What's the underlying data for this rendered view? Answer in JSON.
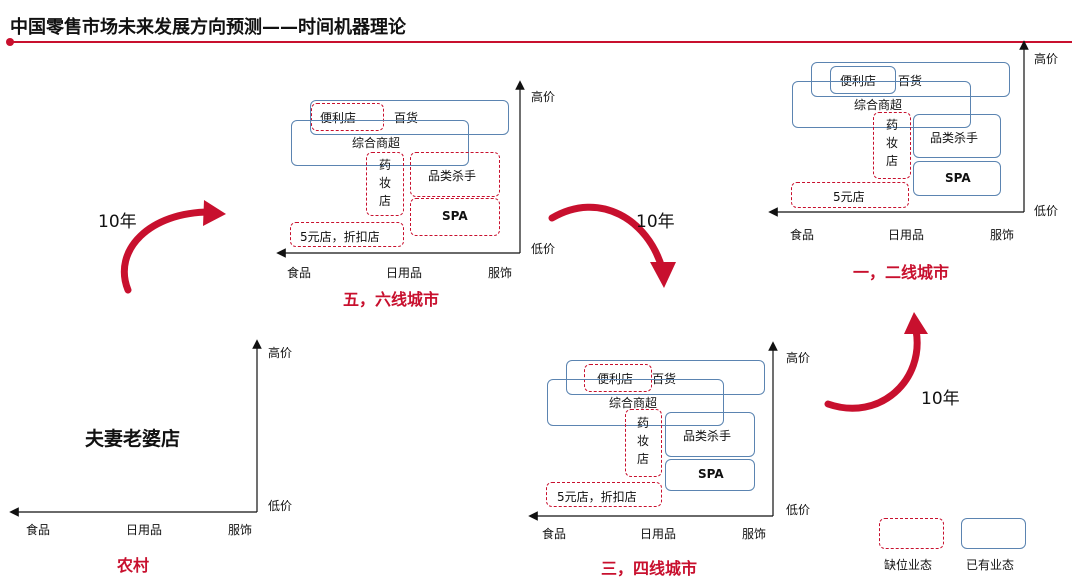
{
  "title": "中国零售市场未来发展方向预测——时间机器理论",
  "axis": {
    "high": "高价",
    "low": "低价",
    "food": "食品",
    "daily": "日用品",
    "apparel": "服饰"
  },
  "panels": {
    "rural": {
      "caption": "农村",
      "center_text": "夫妻老婆店"
    },
    "tier56": {
      "caption": "五，六线城市"
    },
    "tier34": {
      "caption": "三，四线城市"
    },
    "tier12": {
      "caption": "一，二线城市"
    }
  },
  "formats": {
    "convenience": "便利店",
    "department": "百货",
    "hypermarket": "综合商超",
    "drugstore": "药妆店",
    "category_killer": "品类杀手",
    "spa": "SPA",
    "discount": "5元店，折扣店",
    "five_yuan": "5元店"
  },
  "transitions": {
    "a": "10年",
    "b": "10年",
    "c": "10年"
  },
  "legend": {
    "missing": "缺位业态",
    "existing": "已有业态"
  },
  "colors": {
    "accent": "#c8102e",
    "existing_border": "#5b84b1",
    "missing_border": "#c8102e"
  }
}
